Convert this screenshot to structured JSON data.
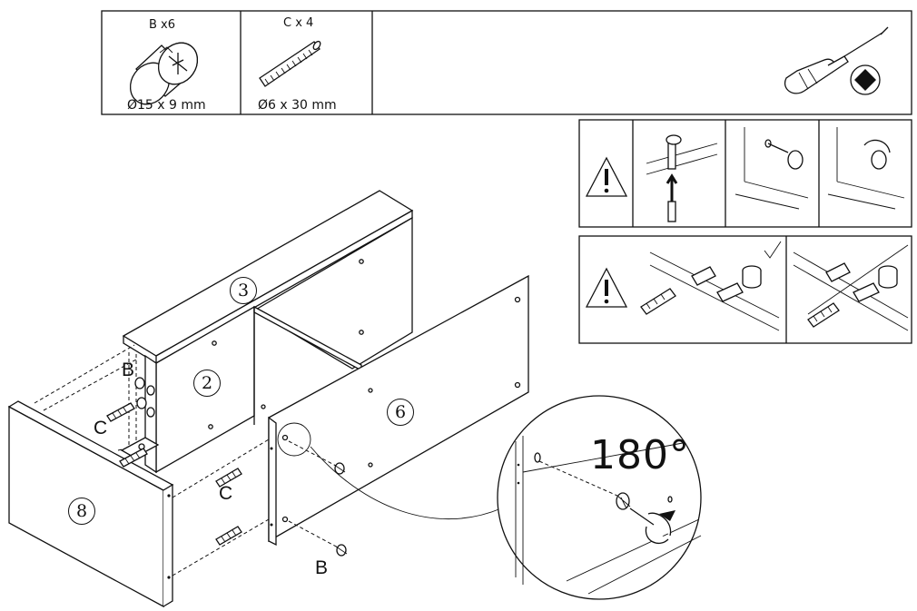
{
  "parts_table": {
    "part_b": {
      "count_label": "B x6",
      "dimension": "Ø15 x 9 mm"
    },
    "part_c": {
      "count_label": "C x 4",
      "dimension": "Ø6 x 30 mm"
    },
    "tool_icon": "phillips-screwdriver-icon"
  },
  "panels": {
    "panel_3": "3",
    "panel_2": "2",
    "panel_6": "6",
    "panel_8": "8"
  },
  "callouts": {
    "b_top": "B",
    "c_left": "C",
    "c_mid": "C",
    "b_bottom": "B"
  },
  "detail": {
    "rotation": "180°"
  },
  "icons": {
    "warning": "warning-triangle-icon",
    "correct": "check-mark-icon"
  }
}
